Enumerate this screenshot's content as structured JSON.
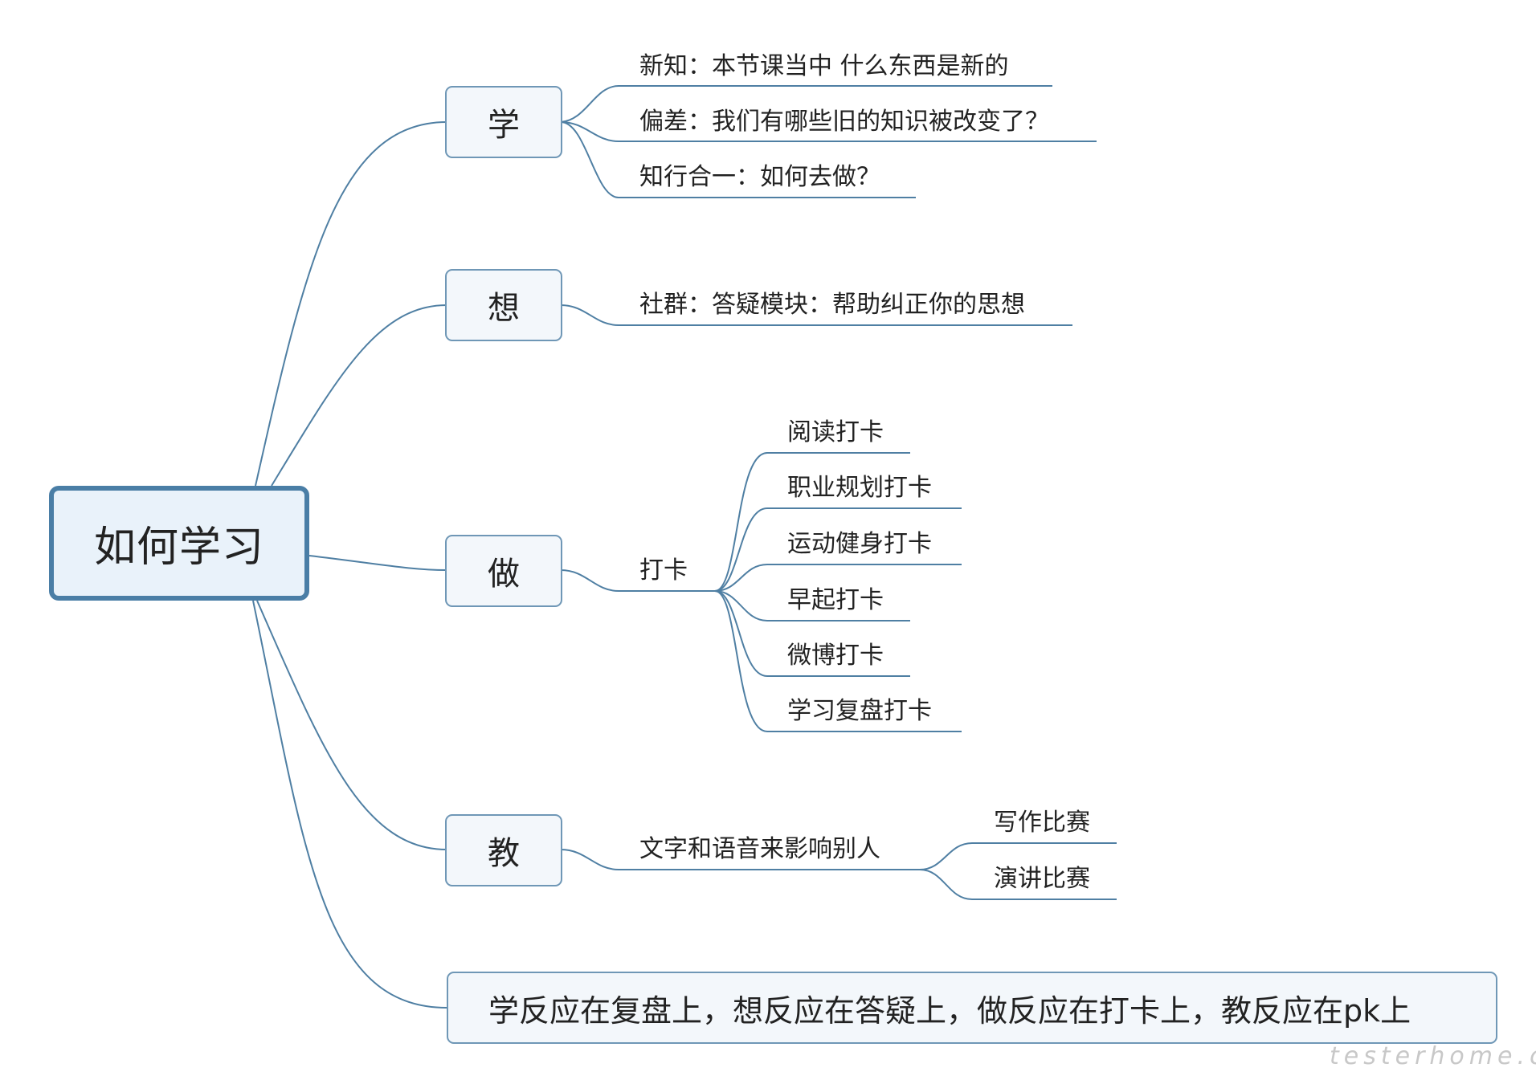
{
  "root": {
    "label": "如何学习"
  },
  "branches": [
    {
      "label": "学",
      "children": [
        {
          "label": "新知：本节课当中 什么东西是新的"
        },
        {
          "label": "偏差：我们有哪些旧的知识被改变了？"
        },
        {
          "label": "知行合一：如何去做？"
        }
      ]
    },
    {
      "label": "想",
      "children": [
        {
          "label": "社群：答疑模块：帮助纠正你的思想"
        }
      ]
    },
    {
      "label": "做",
      "children": [
        {
          "label": "打卡",
          "children": [
            {
              "label": "阅读打卡"
            },
            {
              "label": "职业规划打卡"
            },
            {
              "label": "运动健身打卡"
            },
            {
              "label": "早起打卡"
            },
            {
              "label": "微博打卡"
            },
            {
              "label": "学习复盘打卡"
            }
          ]
        }
      ]
    },
    {
      "label": "教",
      "children": [
        {
          "label": "文字和语音来影响别人",
          "children": [
            {
              "label": "写作比赛"
            },
            {
              "label": "演讲比赛"
            }
          ]
        }
      ]
    }
  ],
  "summary": {
    "label": "学反应在复盘上，想反应在答疑上，做反应在打卡上，教反应在pk上"
  },
  "watermark": {
    "text": "testerhome.com"
  },
  "colors": {
    "line": "#4f7fa3",
    "root_border": "#4a7ea6",
    "root_fill": "#e9f2fa",
    "node_fill": "#f3f7fb"
  }
}
